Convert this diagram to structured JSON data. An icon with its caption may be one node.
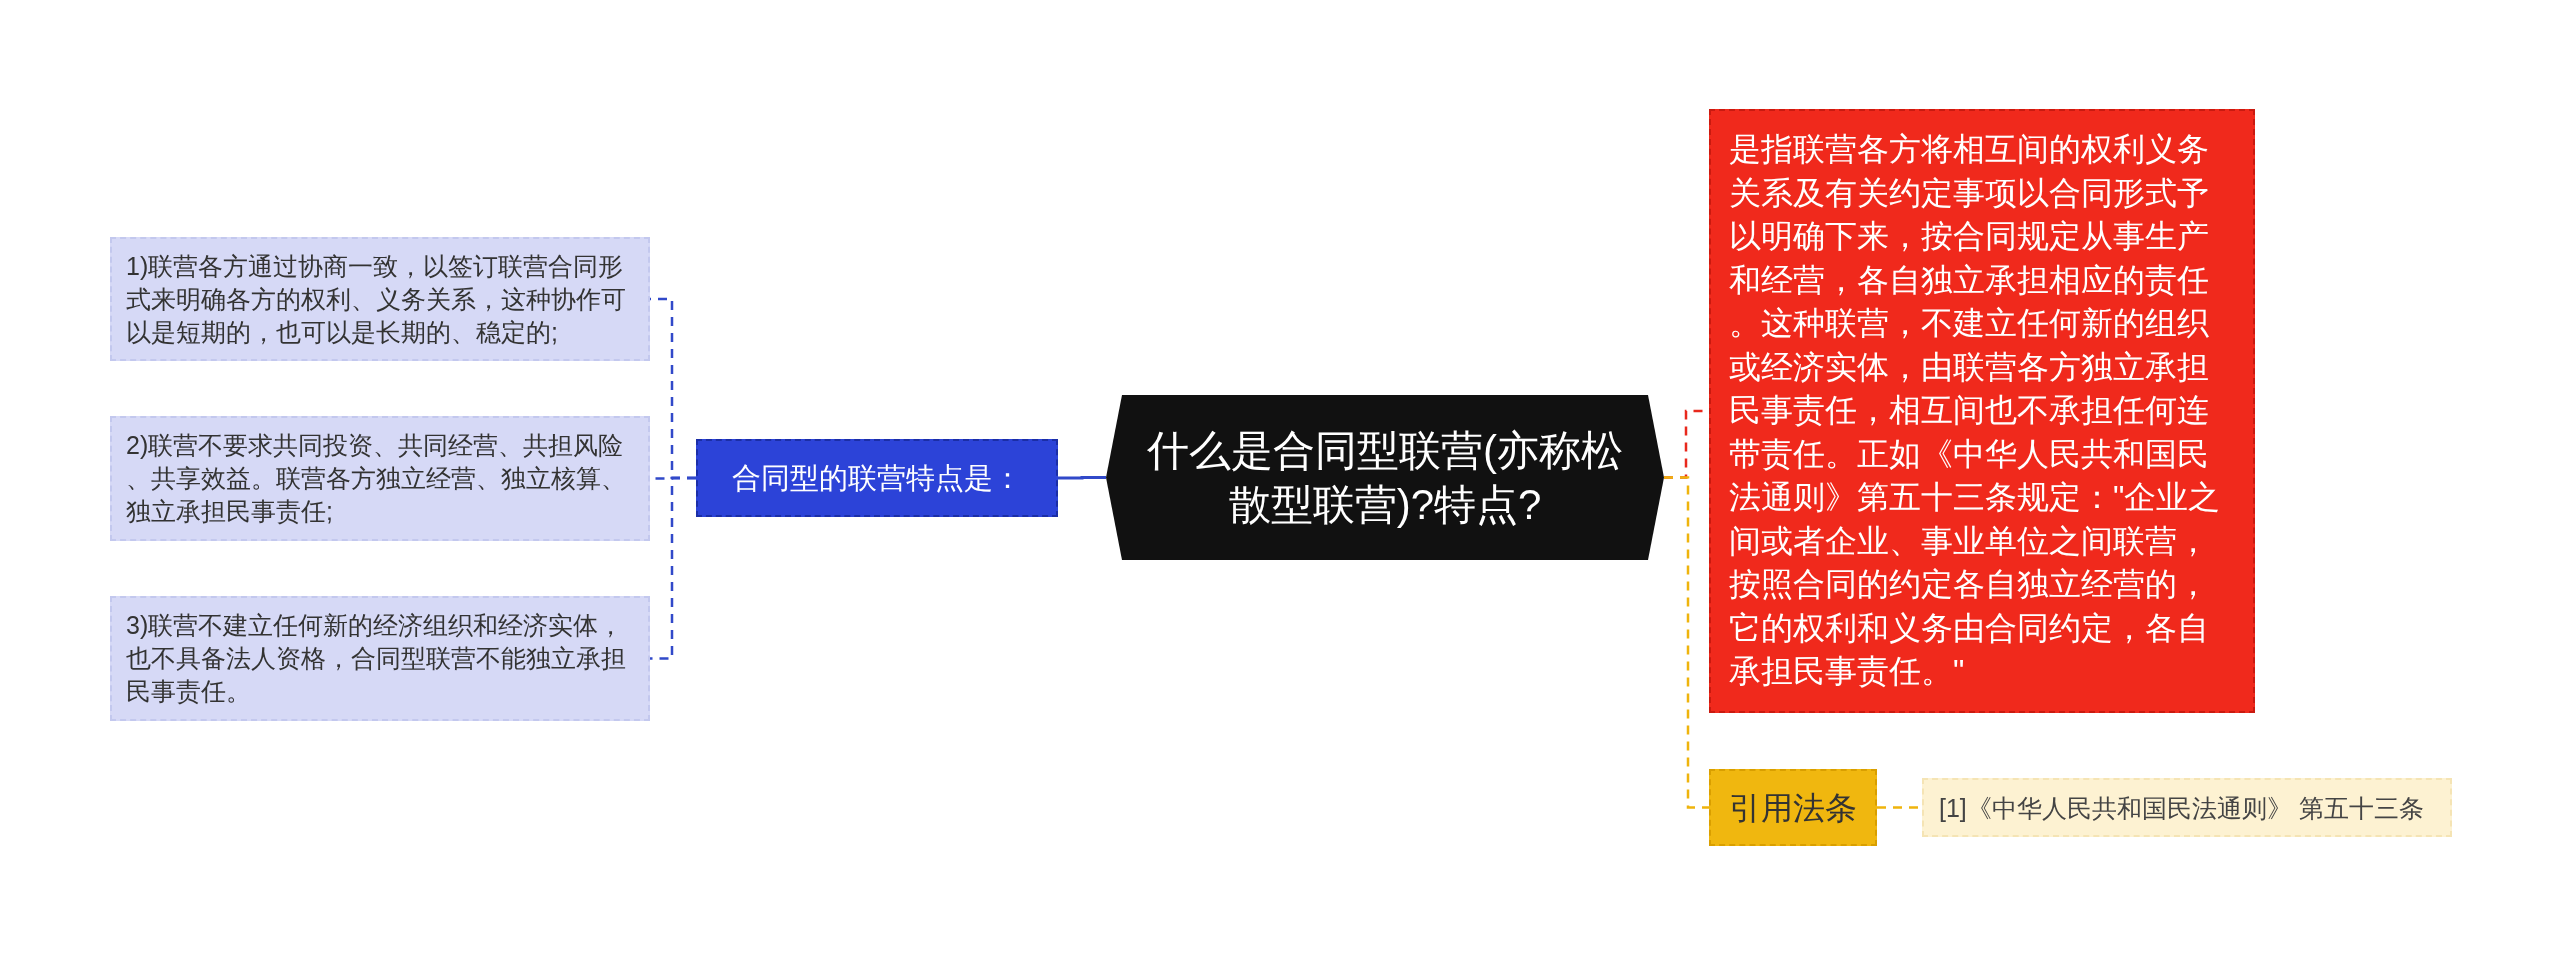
{
  "diagram": {
    "nodes": [
      {
        "text": [
          "什么是合同型联营(亦称松散型联营)?特点?"
        ]
      },
      {
        "text": [
          "合同型的联营特点是："
        ]
      },
      {
        "text": [
          "1)联营各方通过协商一致，以签订联营合同形式来明确各方的权利、义务关系，这种协作可以是短期的，也可以是长期的、稳定的;"
        ]
      },
      {
        "text": [
          "2)联营不要求共同投资、共同经营、共担风险、共享效益。联营各方独立经营、独立核算、独立承担民事责任;"
        ]
      },
      {
        "text": [
          "3)联营不建立任何新的经济组织和经济实体，也不具备法人资格，合同型联营不能独立承担民事责任。"
        ]
      },
      {
        "text": [
          "是指联营各方将相互间的权利义务关系及有关约定事项以合同形式予以明确下来，按合同规定从事生产和经营，各自独立承担相应的责任。这种联营，不建立任何新的组织或经济实体，由联营各方独立承担民事责任，相互间也不承担任何连带责任。正如《中华人民共和国民法通则》第五十三条规定：\"企业之间或者企业、事业单位之间联营，按照合同的约定各自独立经营的，它的权利和义务由合同约定，各自承担民事责任。\""
        ]
      },
      {
        "text": [
          "引用法条"
        ]
      },
      {
        "text": [
          "[1]《中华人民共和国民法通则》 第五十三条"
        ]
      }
    ],
    "edges": [
      {
        "from": 0,
        "to": 1,
        "arrow": "none"
      },
      {
        "from": 1,
        "to": 2,
        "arrow": "none",
        "style": "dashed"
      },
      {
        "from": 1,
        "to": 3,
        "arrow": "none",
        "style": "dashed"
      },
      {
        "from": 1,
        "to": 4,
        "arrow": "none",
        "style": "dashed"
      },
      {
        "from": 0,
        "to": 5,
        "arrow": "none",
        "style": "dashed",
        "color": "#e8281c"
      },
      {
        "from": 0,
        "to": 6,
        "arrow": "none",
        "style": "dashed",
        "color": "#efb40c"
      },
      {
        "from": 6,
        "to": 7,
        "arrow": "none",
        "style": "dashed",
        "color": "#efb40c"
      }
    ]
  }
}
